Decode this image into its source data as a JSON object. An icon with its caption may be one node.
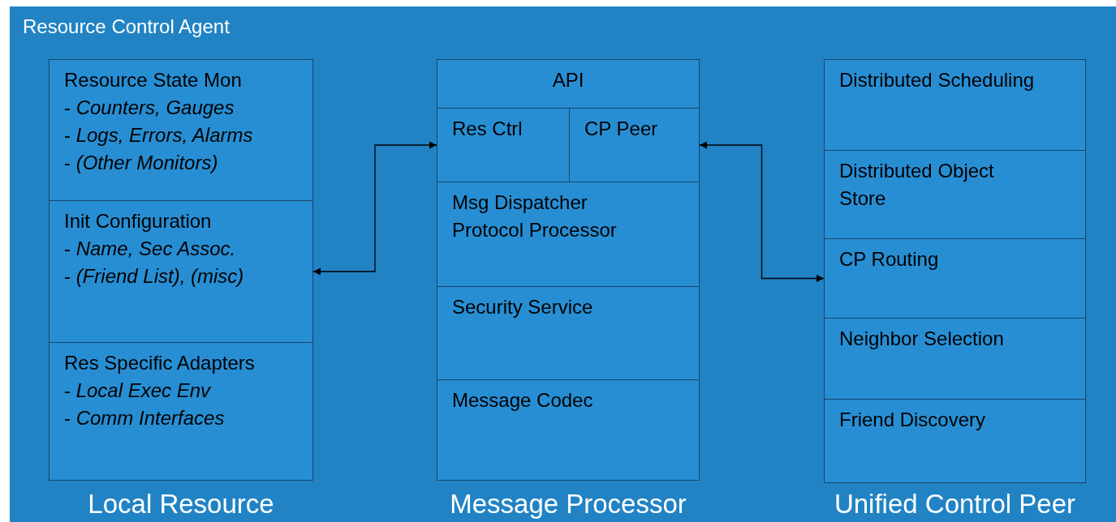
{
  "diagram": {
    "nodes": [
      {
        "text": [
          "Resource Control Agent"
        ]
      },
      {
        "text": [
          "Local Resource"
        ],
        "in": 0
      },
      {
        "text": [
          "Resource State Mon",
          "- *Counters, Gauges*",
          "- *Logs, Errors, Alarms*",
          "- *(Other Monitors)*"
        ],
        "in": 1
      },
      {
        "text": [
          "Init Configuration",
          "- *Name, Sec Assoc.*",
          "- *(Friend List), (misc)*"
        ],
        "in": 1
      },
      {
        "text": [
          "Res Specific Adapters",
          "- *Local Exec Env*",
          "- *Comm Interfaces*"
        ],
        "in": 1
      },
      {
        "text": [
          "Message Processor"
        ],
        "in": 0
      },
      {
        "text": [
          "API"
        ],
        "in": 5
      },
      {
        "text": [
          "Res Ctrl"
        ],
        "in": 5
      },
      {
        "text": [
          "CP Peer"
        ],
        "in": 5
      },
      {
        "text": [
          "Msg Dispatcher Protocol Processor"
        ],
        "in": 5
      },
      {
        "text": [
          "Security Service"
        ],
        "in": 5
      },
      {
        "text": [
          "Message Codec"
        ],
        "in": 5
      },
      {
        "text": [
          "Unified Control Peer"
        ],
        "in": 0
      },
      {
        "text": [
          "Distributed Scheduling"
        ],
        "in": 12
      },
      {
        "text": [
          "Distributed Object Store"
        ],
        "in": 12
      },
      {
        "text": [
          "CP Routing"
        ],
        "in": 12
      },
      {
        "text": [
          "Neighbor Selection"
        ],
        "in": 12
      },
      {
        "text": [
          "Friend Discovery"
        ],
        "in": 12
      }
    ],
    "edges": [
      {
        "from": 3,
        "to": 7,
        "arrow": "both"
      },
      {
        "from": 8,
        "to": 15,
        "arrow": "both"
      }
    ]
  }
}
